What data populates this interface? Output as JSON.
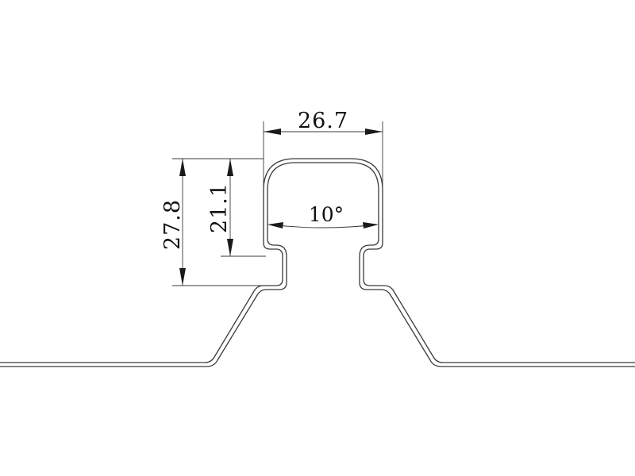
{
  "drawing": {
    "dimensions": {
      "width_label": "26.7",
      "total_height_label": "27.8",
      "rib_height_label": "21.1",
      "angle_label": "10°"
    },
    "colors": {
      "line": "#3a3a3a",
      "text": "#111111",
      "background": "#ffffff"
    }
  }
}
